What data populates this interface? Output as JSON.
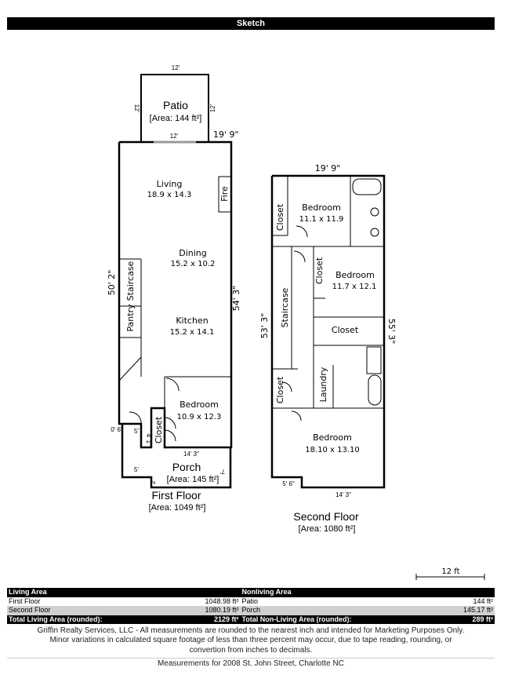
{
  "header": {
    "title": "Sketch"
  },
  "first_floor": {
    "label": "First Floor",
    "area": "[Area: 1049 ft²]",
    "patio": {
      "name": "Patio",
      "area": "[Area: 144 ft²]",
      "dims": [
        "12'",
        "12'",
        "12'",
        "12'"
      ]
    },
    "porch": {
      "name": "Porch",
      "area": "[Area: 145 ft²]",
      "dims": [
        "14' 3\"",
        "5'",
        "5'",
        "4' 1\"",
        "7'",
        "2'",
        "0' 6\""
      ]
    },
    "dims": {
      "top": "19' 9\"",
      "left": "50' 2\"",
      "right": "54' 3\""
    },
    "rooms": [
      {
        "name": "Living",
        "size": "18.9 x 14.3"
      },
      {
        "name": "Dining",
        "size": "15.2 x 10.2"
      },
      {
        "name": "Kitchen",
        "size": "15.2 x 14.1"
      },
      {
        "name": "Bedroom",
        "size": "10.9 x 12.3"
      }
    ],
    "labels": {
      "fire": "Fire",
      "staircase": "Staircase",
      "pantry": "Pantry",
      "closet": "Closet"
    }
  },
  "second_floor": {
    "label": "Second Floor",
    "area": "[Area: 1080 ft²]",
    "dims": {
      "top": "19' 9\"",
      "left": "53' 3\"",
      "right": "55' 3\"",
      "bottom": "14' 3\"",
      "step": "5' 6\""
    },
    "rooms": [
      {
        "name": "Bedroom",
        "size": "11.1 x 11.9"
      },
      {
        "name": "Bedroom",
        "size": "11.7 x 12.1"
      },
      {
        "name": "Bedroom",
        "size": "18.10 x 13.10"
      }
    ],
    "labels": {
      "closet1": "Closet",
      "closet2": "Closet",
      "closet3": "Closet",
      "closet4": "Closet",
      "staircase": "Staircase",
      "laundry": "Laundry"
    }
  },
  "scale": {
    "label": "12 ft"
  },
  "summary": {
    "living_header": "Living Area",
    "nonliving_header": "Nonliving Area",
    "rows": [
      {
        "label": "First Floor",
        "value": "1048.98 ft²",
        "nl_label": "Patio",
        "nl_value": "144 ft²"
      },
      {
        "label": "Second Floor",
        "value": "1080.19 ft²",
        "nl_label": "Porch",
        "nl_value": "145.17 ft²"
      }
    ],
    "total": {
      "label": "Total Living Area (rounded):",
      "value": "2129 ft²",
      "nl_label": "Total Non-Living Area (rounded):",
      "nl_value": "289 ft²"
    }
  },
  "footer": {
    "disclaimer": [
      "Griffin Realty Services, LLC - All measurements are rounded to the nearest inch and intended for Marketing Purposes Only.",
      "Minor variations in calculated square footage of less than three percent may occur, due to tape reading, rounding, or",
      "convertion from inches to decimals."
    ],
    "address": "Measurements for 2008 St. John Street, Charlotte NC"
  }
}
